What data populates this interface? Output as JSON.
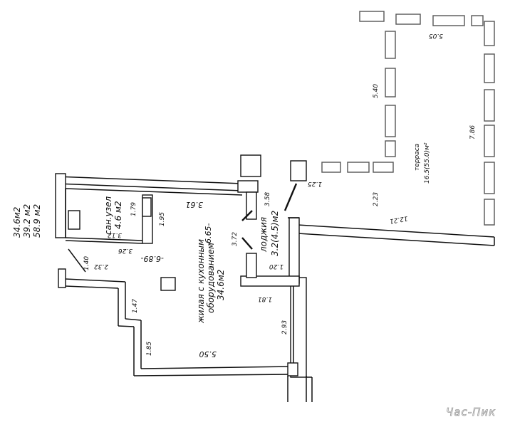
{
  "areas_summary": [
    "34.6м2",
    "39.2 м2",
    "58.9 м2"
  ],
  "bathroom": {
    "name": "сан.узел",
    "area": "4.6 м2",
    "dims": [
      "1.79",
      "1.95",
      "3.12",
      "3.26"
    ]
  },
  "living": {
    "line1": "жилая с кухонным",
    "line2": "оборудованием",
    "area": "34.6м2",
    "dims": [
      "3.61",
      "-6.89-",
      "-6.65-",
      "3.72",
      "2.32",
      "1.40",
      "1.47",
      "1.85",
      "5.50",
      "1.81",
      "2.93"
    ]
  },
  "loggia": {
    "name": "лоджия",
    "area": "3.2(4.5)м2",
    "dims": [
      "3.58",
      "1.20"
    ]
  },
  "terrace": {
    "name": "терраса",
    "area": "16.5(55.0)м²",
    "dims": [
      "5.05",
      "5.40",
      "7.86",
      "2.23",
      "12.21",
      "1.25"
    ]
  },
  "watermark": "Час-Пик"
}
